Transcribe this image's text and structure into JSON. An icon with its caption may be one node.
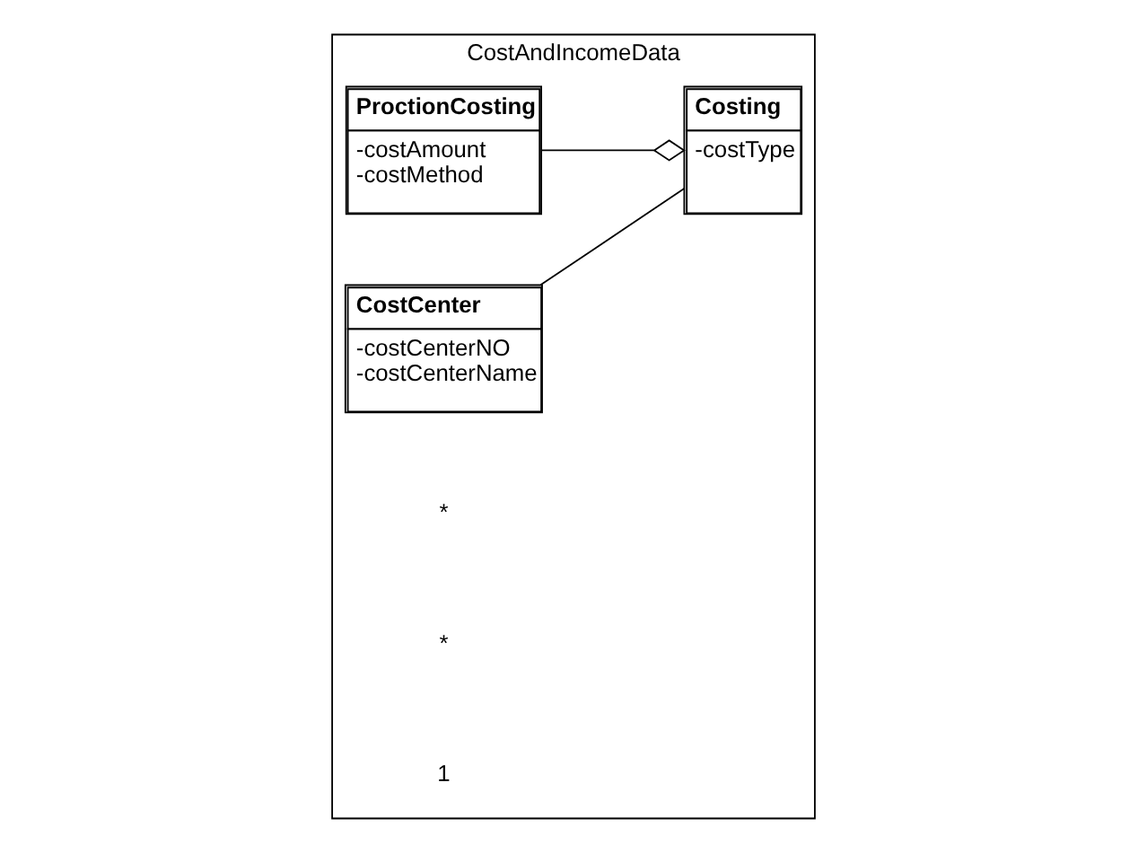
{
  "diagram": {
    "nodes": [
      {
        "text": [
          "CostAndIncomeData"
        ]
      },
      {
        "text": [
          "ProctionCosting",
          "-costAmount",
          "-costMethod"
        ],
        "in": 0
      },
      {
        "text": [
          "Costing",
          "-costType"
        ],
        "in": 0
      },
      {
        "text": [
          "CostCenter",
          "-costCenterNO",
          "-costCenterName"
        ],
        "in": 0
      }
    ],
    "edges": [
      {
        "from": 1,
        "to": 2,
        "arrow": "other"
      },
      {
        "from": 2,
        "to": 3,
        "arrow": "none"
      }
    ],
    "labels": [
      "*",
      "*",
      "1"
    ]
  }
}
